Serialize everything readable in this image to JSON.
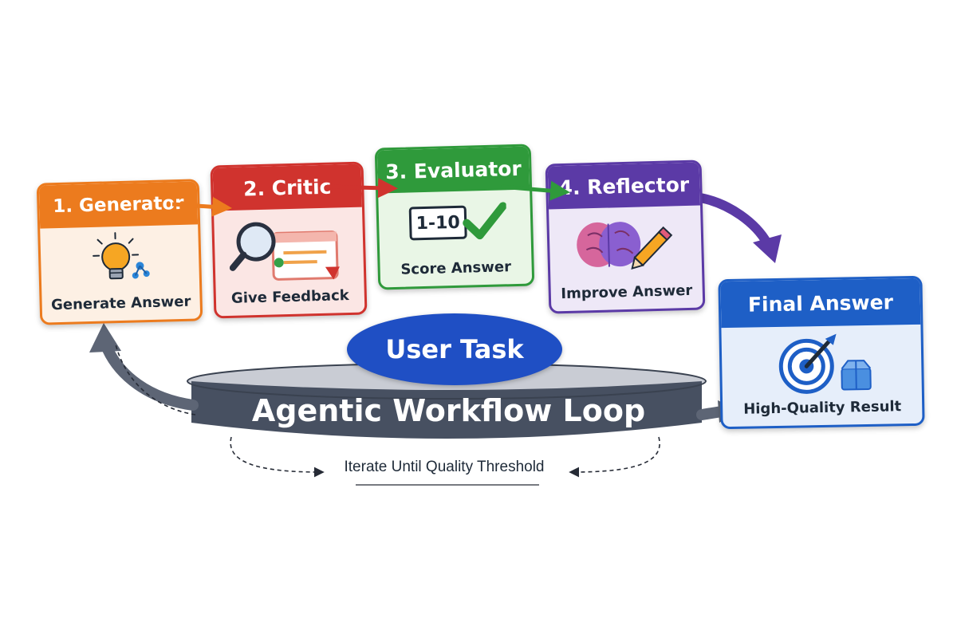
{
  "steps": [
    {
      "title": "1. Generator",
      "caption": "Generate Answer",
      "color": "#ec7b1e",
      "bg": "#fdf0e4",
      "icon": "lightbulb-icon"
    },
    {
      "title": "2. Critic",
      "caption": "Give Feedback",
      "color": "#d0332e",
      "bg": "#fbe6e4",
      "icon": "magnifier-icon"
    },
    {
      "title": "3. Evaluator",
      "caption": "Score Answer",
      "score_label": "1-10",
      "color": "#2f9a3b",
      "bg": "#e9f6e6",
      "icon": "checkmark-icon"
    },
    {
      "title": "4. Reflector",
      "caption": "Improve Answer",
      "color": "#5b3aa6",
      "bg": "#eee8f7",
      "icon": "brain-pencil-icon"
    }
  ],
  "final": {
    "title": "Final Answer",
    "caption": "High-Quality Result",
    "color": "#1e5fc6",
    "bg": "#e6eefa",
    "icon": "target-icon"
  },
  "center": {
    "title": "User Task",
    "color": "#1f4fc4"
  },
  "loop": {
    "title": "Agentic Workflow Loop",
    "color": "#475061"
  },
  "iterate_label": "Iterate Until Quality Threshold"
}
